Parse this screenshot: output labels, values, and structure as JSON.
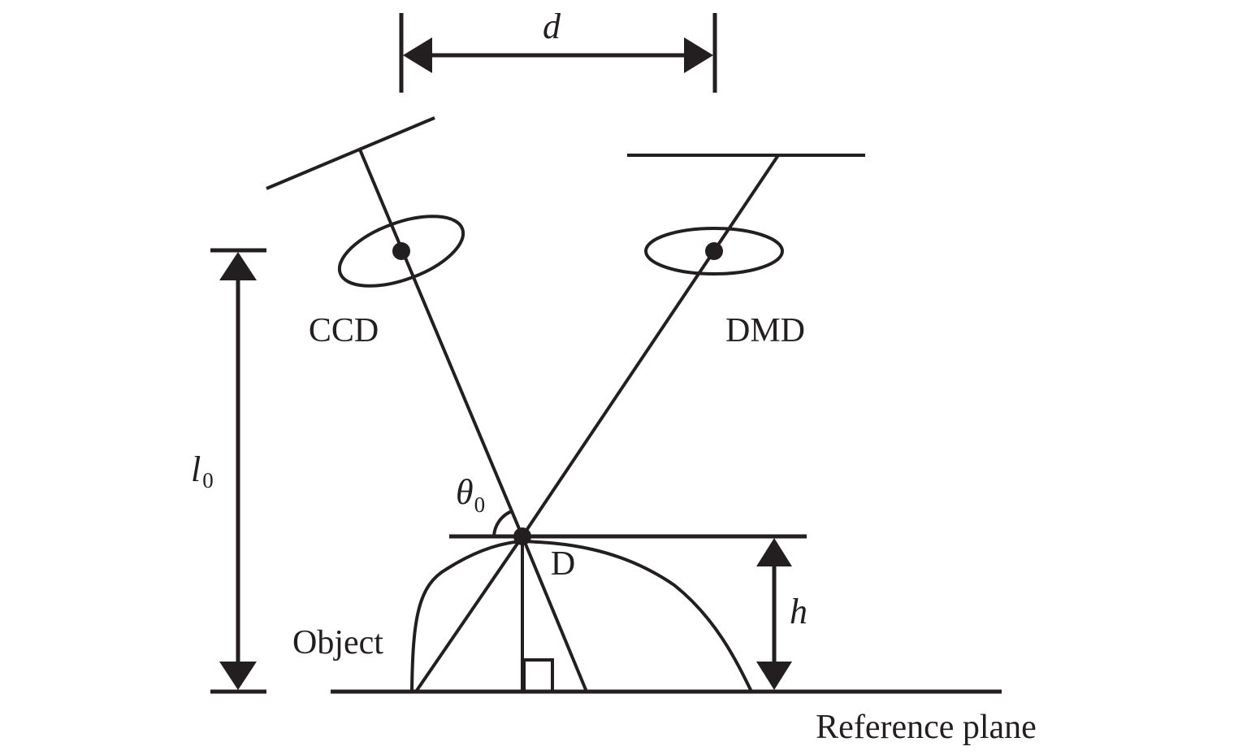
{
  "labels": {
    "baseline_distance": "d",
    "camera": "CCD",
    "projector": "DMD",
    "distance_to_plane": "l",
    "distance_to_plane_sub": "0",
    "angle": "θ",
    "angle_sub": "0",
    "point": "D",
    "height": "h",
    "object": "Object",
    "reference_plane": "Reference plane"
  },
  "colors": {
    "ink": "#231f20",
    "background": "#ffffff"
  }
}
